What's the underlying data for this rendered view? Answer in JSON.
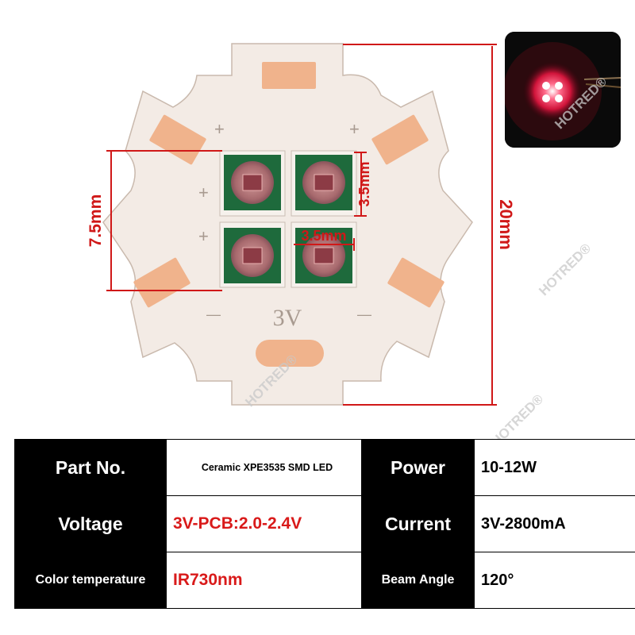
{
  "dimensions": {
    "total_width": "20mm",
    "array_width": "7.5mm",
    "chip_height": "3.5mm",
    "chip_width": "3.5mm"
  },
  "board": {
    "voltage_marking": "3V",
    "plus_sign": "+",
    "minus_sign": "—"
  },
  "watermark": "HOTRED®",
  "specs": {
    "part_no_label": "Part No.",
    "part_no_value": "Ceramic XPE3535 SMD LED",
    "power_label": "Power",
    "power_value": "10-12W",
    "voltage_label": "Voltage",
    "voltage_value": "3V-PCB:2.0-2.4V",
    "current_label": "Current",
    "current_value": "3V-2800mA",
    "color_temp_label": "Color temperature",
    "color_temp_value": "IR730nm",
    "beam_angle_label": "Beam Angle",
    "beam_angle_value": "120°"
  },
  "colors": {
    "board": "#f3ebe5",
    "pad": "#f0b38c",
    "dimension_red": "#d01818",
    "led_green": "#1e6a3c",
    "led_lens": "#b87a7a",
    "value_red": "#d91a1a",
    "label_bg": "#000000"
  }
}
